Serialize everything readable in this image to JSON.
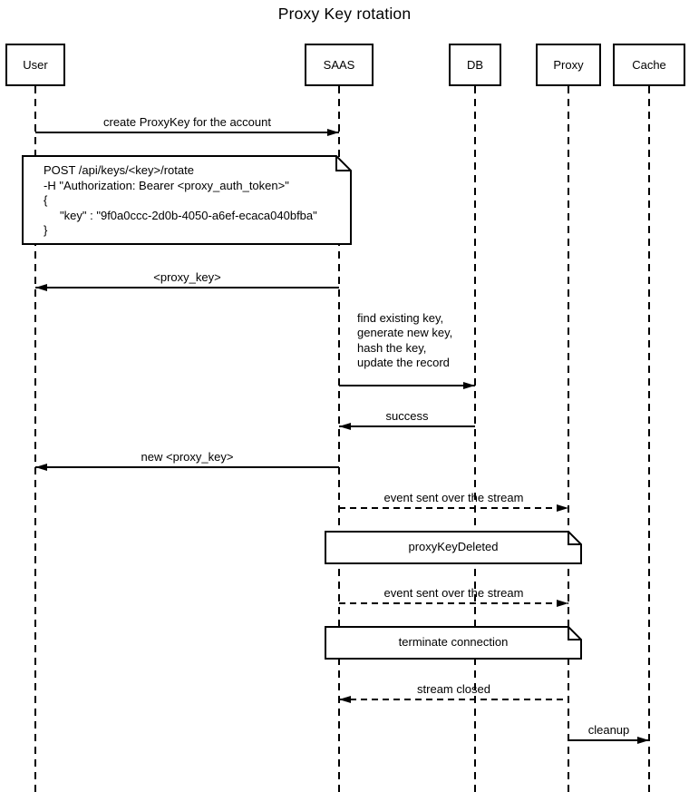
{
  "diagram": {
    "title": "Proxy Key rotation",
    "actors": [
      {
        "name": "User"
      },
      {
        "name": "SAAS"
      },
      {
        "name": "DB"
      },
      {
        "name": "Proxy"
      },
      {
        "name": "Cache"
      }
    ],
    "messages": [
      {
        "from": "User",
        "to": "SAAS",
        "line": "solid",
        "label": "create ProxyKey for the account"
      },
      {
        "from": "SAAS",
        "to": "User",
        "line": "solid",
        "label": "<proxy_key>"
      },
      {
        "from": "SAAS",
        "to": "DB",
        "line": "solid",
        "label": "find existing key,\ngenerate new key,\nhash the key,\nupdate the record"
      },
      {
        "from": "DB",
        "to": "SAAS",
        "line": "solid",
        "label": "success"
      },
      {
        "from": "SAAS",
        "to": "User",
        "line": "solid",
        "label": "new <proxy_key>"
      },
      {
        "from": "SAAS",
        "to": "Proxy",
        "line": "dashed",
        "label": "event sent over the stream"
      },
      {
        "from": "SAAS",
        "to": "Proxy",
        "line": "dashed",
        "label": "event sent over the stream"
      },
      {
        "from": "Proxy",
        "to": "SAAS",
        "line": "dashed",
        "label": "stream closed"
      },
      {
        "from": "Proxy",
        "to": "Cache",
        "line": "solid",
        "label": "cleanup"
      }
    ],
    "notes": [
      {
        "over": "User,SAAS",
        "text": "POST /api/keys/<key>/rotate\n-H \"Authorization: Bearer <proxy_auth_token>\"\n{\n     \"key\" : \"9f0a0ccc-2d0b-4050-a6ef-ecaca040bfba\"\n}"
      },
      {
        "over": "SAAS,Proxy",
        "text": "proxyKeyDeleted"
      },
      {
        "over": "SAAS,Proxy",
        "text": "terminate connection"
      }
    ],
    "colors": {
      "stroke": "#000000",
      "background": "#ffffff"
    }
  }
}
